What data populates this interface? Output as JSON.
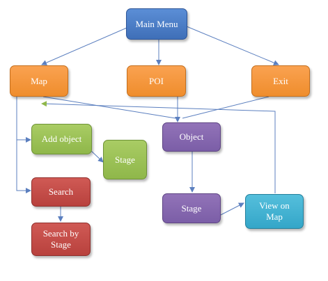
{
  "diagram": {
    "nodes": {
      "main_menu": "Main Menu",
      "map": "Map",
      "poi": "POI",
      "exit": "Exit",
      "add_object": "Add object",
      "stage_green": "Stage",
      "object": "Object",
      "search": "Search",
      "stage_purple": "Stage",
      "view_on_map": "View on\nMap",
      "search_by_stage": "Search by\nStage"
    },
    "colors": {
      "main_menu": "#4a7cc7",
      "map_poi_exit": "#f79646",
      "add_object_stage": "#9bbb59",
      "object_stage": "#8064a2",
      "search": "#c0504d",
      "view_on_map": "#4bacc6",
      "connector": "#5b7fbf"
    }
  }
}
